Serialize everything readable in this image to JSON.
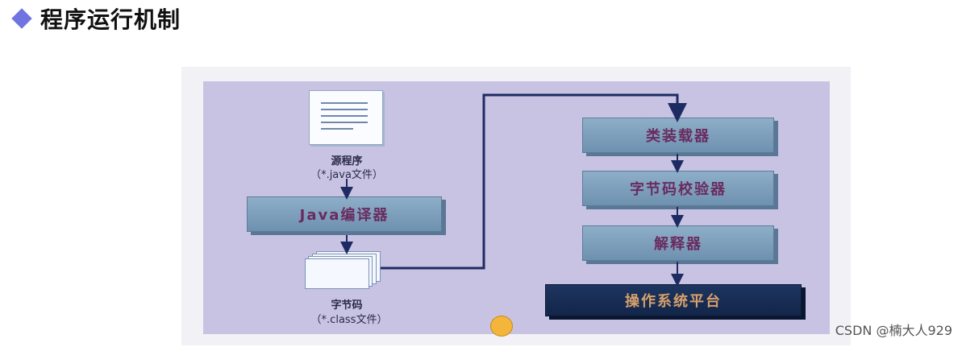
{
  "header": {
    "title": "程序运行机制",
    "bullet_icon": "diamond-icon",
    "bullet_color": "#6f74e0"
  },
  "diagram": {
    "source": {
      "label": "源程序",
      "ext": "（*.java文件）"
    },
    "compiler": "Java编译器",
    "bytecode": {
      "label": "字节码",
      "ext": "（*.class文件）"
    },
    "stages": [
      "类装载器",
      "字节码校验器",
      "解释器"
    ],
    "platform": "操作系统平台"
  },
  "watermark": "CSDN @楠大人929"
}
